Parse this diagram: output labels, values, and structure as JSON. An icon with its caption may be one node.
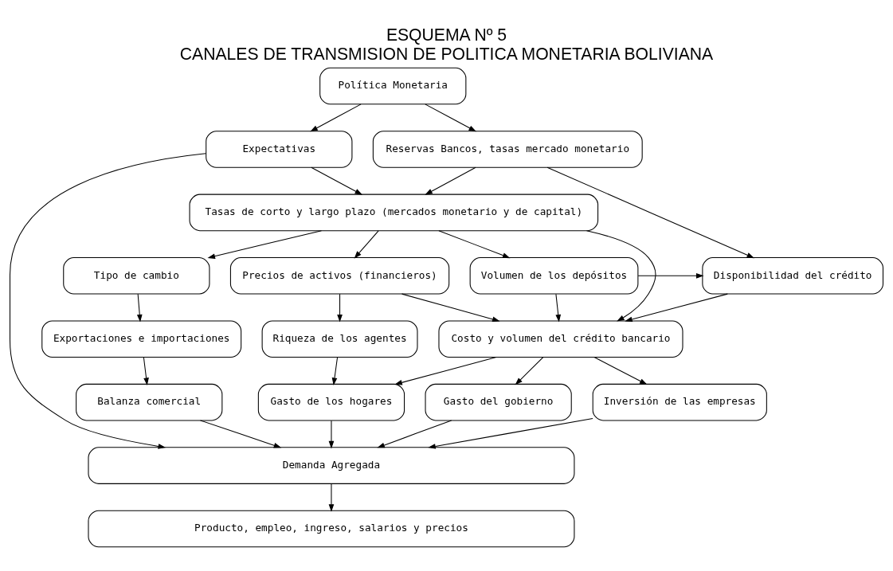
{
  "diagram": {
    "title": "ESQUEMA Nº 5",
    "caption": "CANALES DE TRANSMISION DE POLITICA MONETARIA BOLIVIANA",
    "nodes": [
      {
        "text": [
          "Política Monetaria"
        ]
      },
      {
        "text": [
          "Reservas Bancos, tasas mercado monetario"
        ]
      },
      {
        "text": [
          "Expectativas"
        ]
      },
      {
        "text": [
          "Tasas de corto y largo plazo (mercados monetario y de capital)"
        ]
      },
      {
        "text": [
          "Disponibilidad del crédito"
        ]
      },
      {
        "text": [
          "Volumen de los depósitos"
        ]
      },
      {
        "text": [
          "Precios de activos (financieros)"
        ]
      },
      {
        "text": [
          "Tipo de cambio"
        ]
      },
      {
        "text": [
          "Costo y volumen del crédito bancario"
        ]
      },
      {
        "text": [
          "Riqueza de los agentes"
        ]
      },
      {
        "text": [
          "Exportaciones e importaciones"
        ]
      },
      {
        "text": [
          "Gasto del gobierno"
        ]
      },
      {
        "text": [
          "Inversión de las empresas"
        ]
      },
      {
        "text": [
          "Gasto de los hogares"
        ]
      },
      {
        "text": [
          "Balanza comercial"
        ]
      },
      {
        "text": [
          "Demanda Agregada"
        ]
      },
      {
        "text": [
          "Producto, empleo, ingreso, salarios y precios"
        ]
      }
    ],
    "edges": [
      {
        "from": 0,
        "to": 1,
        "arrow": "to"
      },
      {
        "from": 0,
        "to": 2,
        "arrow": "to"
      },
      {
        "from": 1,
        "to": 3,
        "arrow": "to"
      },
      {
        "from": 1,
        "to": 4,
        "arrow": "to"
      },
      {
        "from": 2,
        "to": 3,
        "arrow": "to"
      },
      {
        "from": 2,
        "to": 15,
        "arrow": "to"
      },
      {
        "from": 3,
        "to": 5,
        "arrow": "to"
      },
      {
        "from": 3,
        "to": 6,
        "arrow": "to"
      },
      {
        "from": 3,
        "to": 7,
        "arrow": "to"
      },
      {
        "from": 3,
        "to": 8,
        "arrow": "to"
      },
      {
        "from": 5,
        "to": 4,
        "arrow": "to"
      },
      {
        "from": 4,
        "to": 8,
        "arrow": "to"
      },
      {
        "from": 5,
        "to": 8,
        "arrow": "to"
      },
      {
        "from": 6,
        "to": 8,
        "arrow": "to"
      },
      {
        "from": 6,
        "to": 9,
        "arrow": "to"
      },
      {
        "from": 7,
        "to": 10,
        "arrow": "to"
      },
      {
        "from": 8,
        "to": 11,
        "arrow": "to"
      },
      {
        "from": 8,
        "to": 12,
        "arrow": "to"
      },
      {
        "from": 8,
        "to": 13,
        "arrow": "to"
      },
      {
        "from": 9,
        "to": 13,
        "arrow": "to"
      },
      {
        "from": 10,
        "to": 14,
        "arrow": "to"
      },
      {
        "from": 11,
        "to": 15,
        "arrow": "to"
      },
      {
        "from": 12,
        "to": 15,
        "arrow": "to"
      },
      {
        "from": 13,
        "to": 15,
        "arrow": "to"
      },
      {
        "from": 14,
        "to": 15,
        "arrow": "to"
      },
      {
        "from": 15,
        "to": 16,
        "arrow": "to"
      }
    ]
  }
}
